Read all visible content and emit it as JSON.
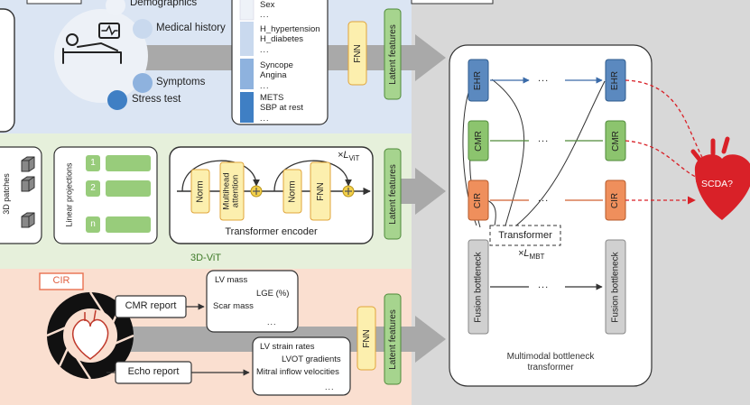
{
  "ehr": {
    "legend": [
      "Demographics",
      "Medical history",
      "Symptoms",
      "Stress test"
    ],
    "list_groups": [
      [
        "Sex",
        "..."
      ],
      [
        "H_hypertension",
        "H_diabetes",
        "..."
      ],
      [
        "Syncope",
        "Angina",
        "..."
      ],
      [
        "METS",
        "SBP at rest",
        "..."
      ]
    ],
    "fnn": "FNN",
    "latent": "Latent features",
    "colors": {
      "background": "#dbe5f3",
      "demographics": "#eef2f8",
      "medical_history": "#c9d9ee",
      "symptoms": "#8eb2de",
      "stress_test": "#3f7fc4",
      "fnn": "#fcefae",
      "latent": "#a6d48e"
    }
  },
  "cmr": {
    "patches": "3D patches",
    "linear": "Linear projections",
    "tokens": [
      "1",
      "2",
      "n"
    ],
    "norm1": "Norm",
    "mha": "Multihead attention",
    "norm2": "Norm",
    "fnn": "FNN",
    "repeat": "×L",
    "repeat_sub": "ViT",
    "encoder": "Transformer encoder",
    "section": "3D-ViT",
    "latent": "Latent features",
    "colors": {
      "background": "#e6f0db",
      "token": "#98cc7b",
      "block": "#fcefae",
      "add": "#f3d04a"
    }
  },
  "cir": {
    "tag": "CIR",
    "cmr_report": "CMR report",
    "echo_report": "Echo report",
    "cmr_box": {
      "line1": "LV mass",
      "line2": "LGE (%)",
      "line3": "Scar mass",
      "line4": "..."
    },
    "echo_box": {
      "line1": "LV strain rates",
      "line2": "LVOT gradients",
      "line3": "Mitral inflow velocities",
      "line4": "..."
    },
    "fnn": "FNN",
    "latent": "Latent features",
    "colors": {
      "background": "#fadfd0",
      "tag_border": "#e87050",
      "fnn": "#fcefae"
    }
  },
  "mbt": {
    "left_tokens": [
      "EHR",
      "CMR",
      "CIR",
      "Fusion bottleneck"
    ],
    "right_tokens": [
      "EHR",
      "CMR",
      "CIR",
      "Fusion bottleneck"
    ],
    "dots": "...",
    "transformer": "Transformer",
    "repeat": "×L",
    "repeat_sub": "MBT",
    "caption": "Multimodal bottleneck transformer",
    "output": "SCDA?",
    "colors": {
      "background": "#d8d8d8",
      "ehr": "#5b89bf",
      "cmr": "#8cc46e",
      "cir": "#ef8f5c",
      "fusion": "#d0d0d0",
      "heart": "#d92128"
    }
  }
}
